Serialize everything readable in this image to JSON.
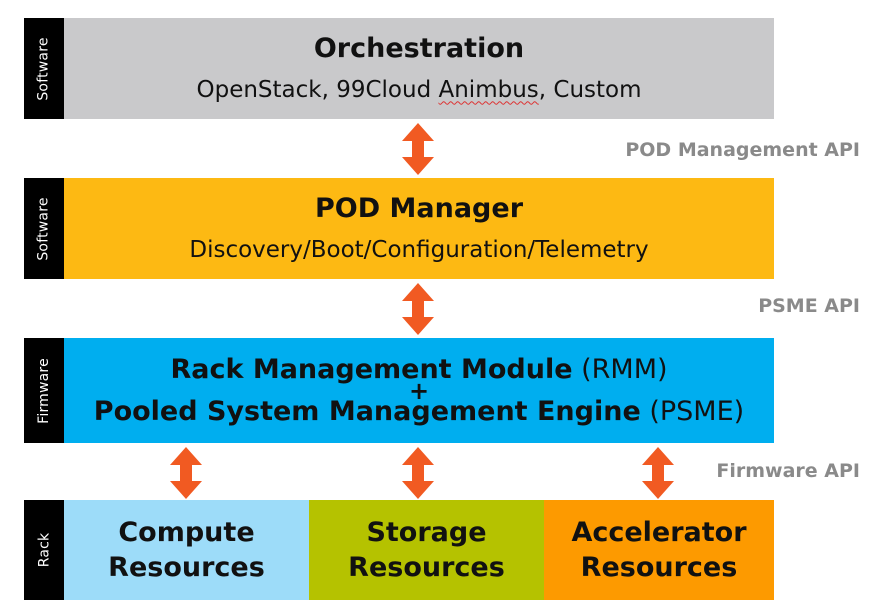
{
  "layers": {
    "orchestration": {
      "tag": "Software",
      "title": "Orchestration",
      "subtitle_part1": "OpenStack, 99Cloud ",
      "subtitle_part2": "Animbus",
      "subtitle_part3": ", Custom",
      "color": "#c9c9cb"
    },
    "pod_manager": {
      "tag": "Software",
      "title": "POD Manager",
      "subtitle": "Discovery/Boot/Configuration/Telemetry",
      "color": "#fdb913"
    },
    "rmm": {
      "tag": "Firmware",
      "line1_bold": "Rack Management Module",
      "line1_rest": " (RMM)",
      "plus": "+",
      "line2_bold": "Pooled System Management Engine",
      "line2_rest": " (PSME)",
      "color": "#00aeef"
    },
    "rack": {
      "tag": "Rack",
      "resources": [
        {
          "line1": "Compute",
          "line2": "Resources",
          "color": "#9ddcf9"
        },
        {
          "line1": "Storage",
          "line2": "Resources",
          "color": "#b5c200"
        },
        {
          "line1": "Accelerator",
          "line2": "Resources",
          "color": "#fd9a00"
        }
      ]
    }
  },
  "apis": {
    "pod_management": "POD Management API",
    "psme": "PSME API",
    "firmware": "Firmware API"
  },
  "arrow_color": "#f15a22"
}
